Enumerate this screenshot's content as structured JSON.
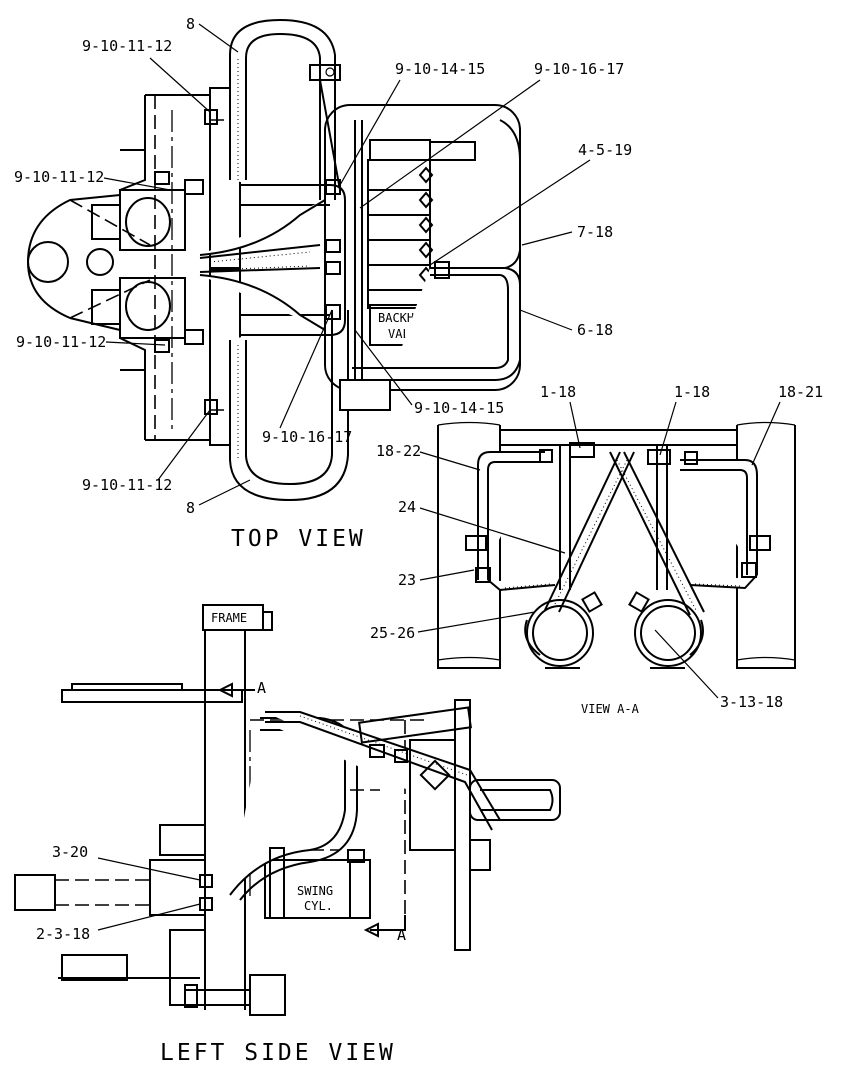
{
  "titles": {
    "top_view": "TOP VIEW",
    "left_side_view": "LEFT SIDE VIEW",
    "view_aa": "VIEW A-A"
  },
  "component_labels": {
    "backhoe_valve_line1": "BACKHOE",
    "backhoe_valve_line2": "VALVE",
    "frame": "FRAME",
    "swing_cyl_line1": "SWING",
    "swing_cyl_line2": "CYL.",
    "section_marker_top": "A",
    "section_marker_bottom": "A"
  },
  "callouts": {
    "top_view": [
      "8",
      "9-10-11-12",
      "9-10-14-15",
      "9-10-16-17",
      "9-10-11-12",
      "4-5-19",
      "7-18",
      "9-10-11-12",
      "6-18",
      "9-10-14-15",
      "9-10-16-17",
      "9-10-11-12",
      "8"
    ],
    "view_aa": [
      "1-18",
      "1-18",
      "18-21",
      "18-22",
      "24",
      "23",
      "25-26",
      "3-13-18"
    ],
    "left_side_view": [
      "3-20",
      "2-3-18"
    ]
  }
}
